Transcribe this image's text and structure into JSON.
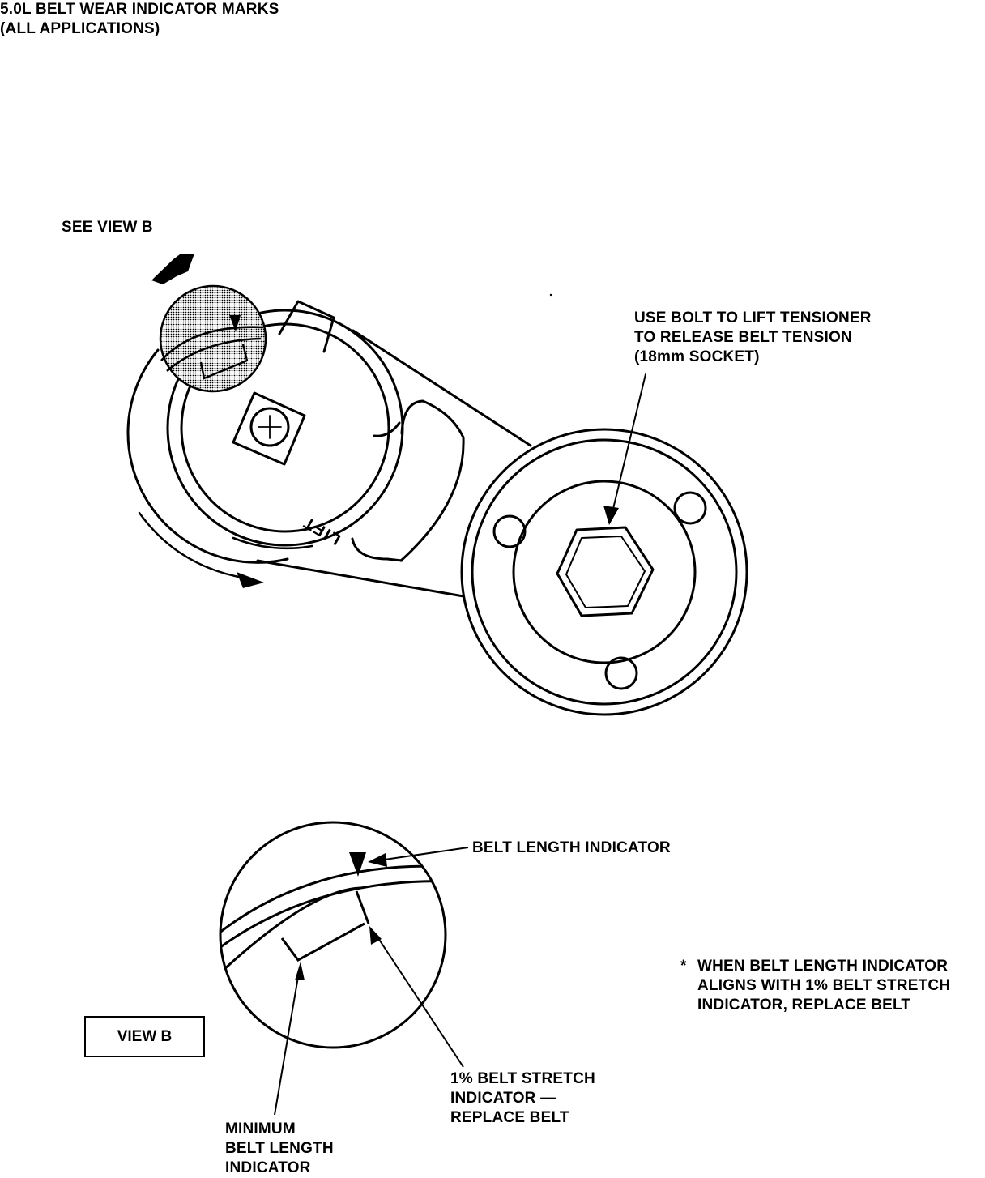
{
  "title": {
    "line1": "5.0L BELT WEAR INDICATOR MARKS",
    "line2": "(ALL APPLICATIONS)"
  },
  "view_callout": "SEE VIEW B",
  "tensioner_label": {
    "lines": [
      "USE BOLT TO LIFT TENSIONER",
      "TO RELEASE BELT TENSION",
      "(18mm SOCKET)"
    ]
  },
  "lift_text": "LIFT",
  "view_b": {
    "box_label": "VIEW B",
    "belt_length_indicator": "BELT LENGTH INDICATOR",
    "stretch_indicator": {
      "lines": [
        "1% BELT STRETCH",
        "INDICATOR —",
        "REPLACE BELT"
      ]
    },
    "minimum_indicator": {
      "lines": [
        "MINIMUM",
        "BELT LENGTH",
        "INDICATOR"
      ]
    }
  },
  "note": {
    "marker": "*",
    "lines": [
      "WHEN BELT LENGTH INDICATOR",
      "ALIGNS WITH 1% BELT STRETCH",
      "INDICATOR, REPLACE BELT"
    ]
  }
}
